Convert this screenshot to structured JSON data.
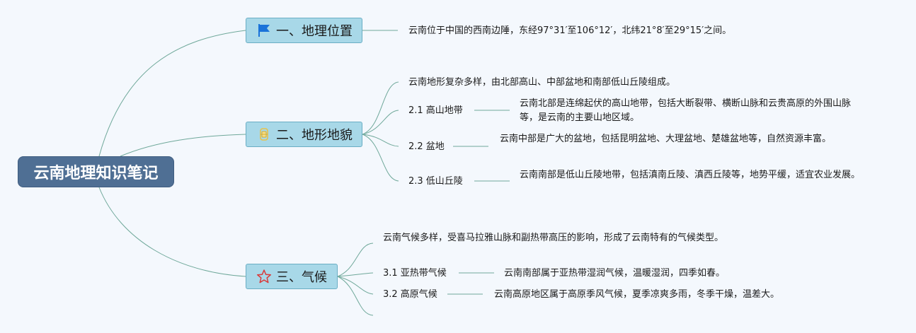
{
  "root": {
    "title": "云南地理知识笔记"
  },
  "branches": [
    {
      "title": "一、地理位置",
      "icon": "flag-icon",
      "text": "云南位于中国的西南边陲，东经97°31′至106°12′，北纬21°8′至29°15′之间。"
    },
    {
      "title": "二、地形地貌",
      "icon": "medal-icon",
      "intro": "云南地形复杂多样，由北部高山、中部盆地和南部低山丘陵组成。",
      "subs": [
        {
          "label": "2.1 高山地带",
          "text": "云南北部是连绵起伏的高山地带，包括大断裂带、横断山脉和云贵高原的外围山脉等，是云南的主要山地区域。"
        },
        {
          "label": "2.2 盆地",
          "text": "云南中部是广大的盆地，包括昆明盆地、大理盆地、楚雄盆地等，自然资源丰富。"
        },
        {
          "label": "2.3 低山丘陵",
          "text": "云南南部是低山丘陵地带，包括滇南丘陵、滇西丘陵等，地势平缓，适宜农业发展。"
        }
      ]
    },
    {
      "title": "三、气候",
      "icon": "star-icon",
      "intro": "云南气候多样，受喜马拉雅山脉和副热带高压的影响，形成了云南特有的气候类型。",
      "subs": [
        {
          "label": "3.1 亚热带气候",
          "text": "云南南部属于亚热带湿润气候，温暖湿润，四季如春。"
        },
        {
          "label": "3.2 高原气候",
          "text": "云南高原地区属于高原季风气候，夏季凉爽多雨，冬季干燥，温差大。"
        }
      ]
    }
  ],
  "colors": {
    "root_bg": "#4f6f94",
    "branch_bg": "#a8d8e8",
    "line": "#6fa89a",
    "flag": "#1a73d9",
    "star": "#d93a3a",
    "medal": "#e8c24a"
  }
}
